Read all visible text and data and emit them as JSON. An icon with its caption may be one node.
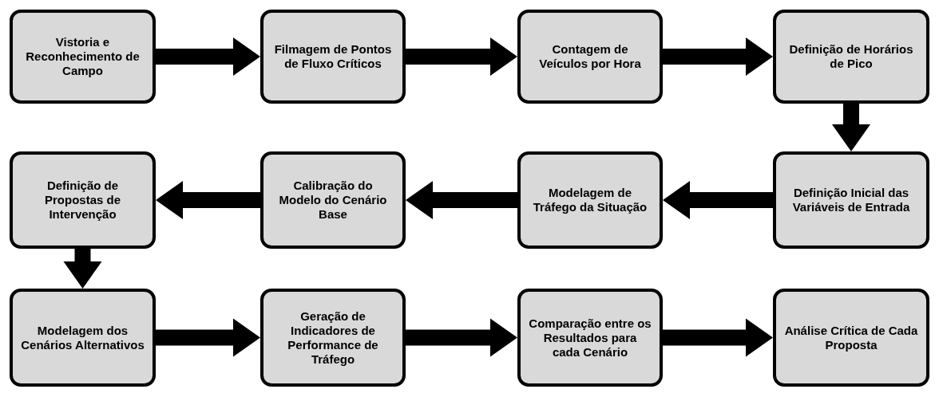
{
  "diagram": {
    "nodes": [
      {
        "text": [
          "Vistoria e Reconhecimento de Campo"
        ]
      },
      {
        "text": [
          "Filmagem de Pontos de Fluxo Críticos"
        ]
      },
      {
        "text": [
          "Contagem de Veículos por Hora"
        ]
      },
      {
        "text": [
          "Definição de Horários de Pico"
        ]
      },
      {
        "text": [
          "Definição de Propostas de Intervenção"
        ]
      },
      {
        "text": [
          "Calibração do Modelo do Cenário Base"
        ]
      },
      {
        "text": [
          "Modelagem de Tráfego da Situação"
        ]
      },
      {
        "text": [
          "Definição Inicial das Variáveis de Entrada"
        ]
      },
      {
        "text": [
          "Modelagem dos Cenários Alternativos"
        ]
      },
      {
        "text": [
          "Geração de Indicadores de Performance de Tráfego"
        ]
      },
      {
        "text": [
          "Comparação entre os Resultados para cada Cenário"
        ]
      },
      {
        "text": [
          "Análise Crítica de Cada Proposta"
        ]
      }
    ],
    "edges": [
      {
        "from": 0,
        "to": 1,
        "arrow": "to"
      },
      {
        "from": 1,
        "to": 2,
        "arrow": "to"
      },
      {
        "from": 2,
        "to": 3,
        "arrow": "to"
      },
      {
        "from": 3,
        "to": 7,
        "arrow": "to"
      },
      {
        "from": 7,
        "to": 6,
        "arrow": "to"
      },
      {
        "from": 6,
        "to": 5,
        "arrow": "to"
      },
      {
        "from": 5,
        "to": 4,
        "arrow": "to"
      },
      {
        "from": 4,
        "to": 8,
        "arrow": "to"
      },
      {
        "from": 8,
        "to": 9,
        "arrow": "to"
      },
      {
        "from": 9,
        "to": 10,
        "arrow": "to"
      },
      {
        "from": 10,
        "to": 11,
        "arrow": "to"
      }
    ]
  }
}
